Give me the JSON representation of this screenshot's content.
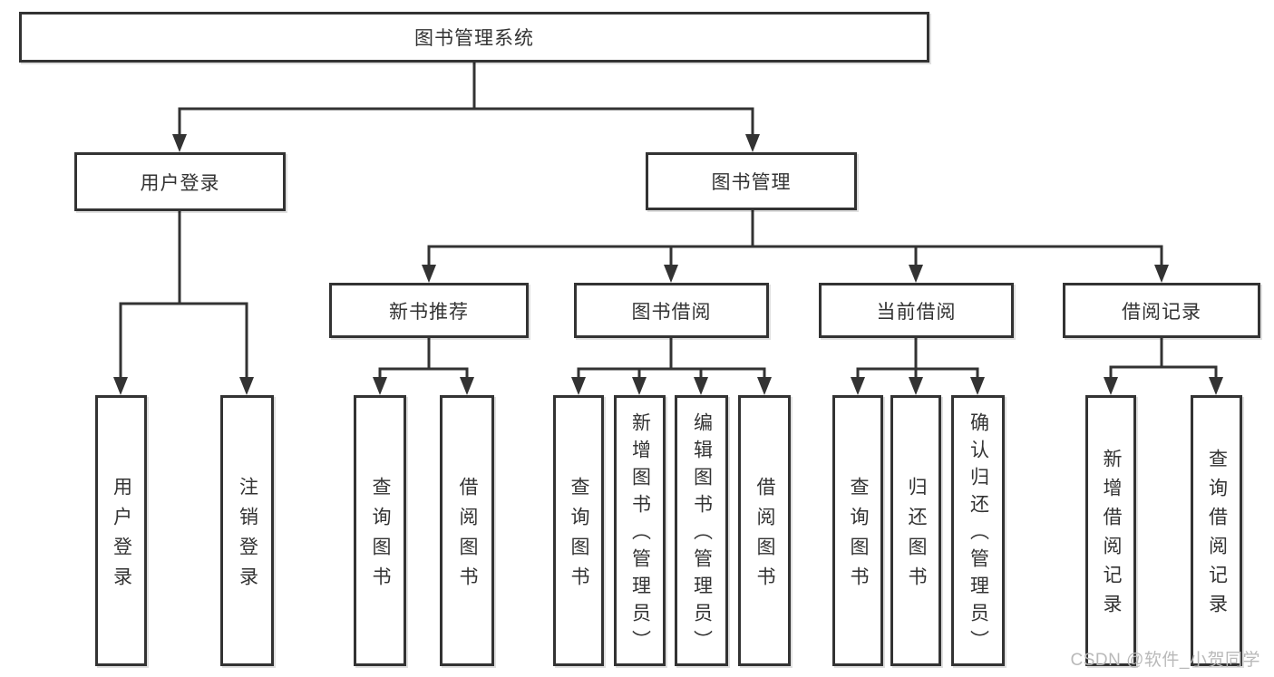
{
  "diagram": {
    "root": "图书管理系统",
    "level2": [
      "用户登录",
      "图书管理"
    ],
    "level3": [
      "新书推荐",
      "图书借阅",
      "当前借阅",
      "借阅记录"
    ],
    "leaves": {
      "user_login": [
        "用户登录",
        "注销登录"
      ],
      "new_book_rec": [
        "查询图书",
        "借阅图书"
      ],
      "book_borrow": [
        "查询图书",
        "新增图书（管理员）",
        "编辑图书（管理员）",
        "借阅图书"
      ],
      "current_borrow": [
        "查询图书",
        "归还图书",
        "确认归还（管理员）"
      ],
      "borrow_record": [
        "新增借阅记录",
        "查询借阅记录"
      ]
    }
  },
  "watermark": "CSDN @软件_小贺同学",
  "colors": {
    "line": "#333333",
    "box_border": "#333333",
    "box_bg": "#ffffff",
    "text": "#333333",
    "watermark": "#b9b9b9",
    "background": "#ffffff"
  }
}
